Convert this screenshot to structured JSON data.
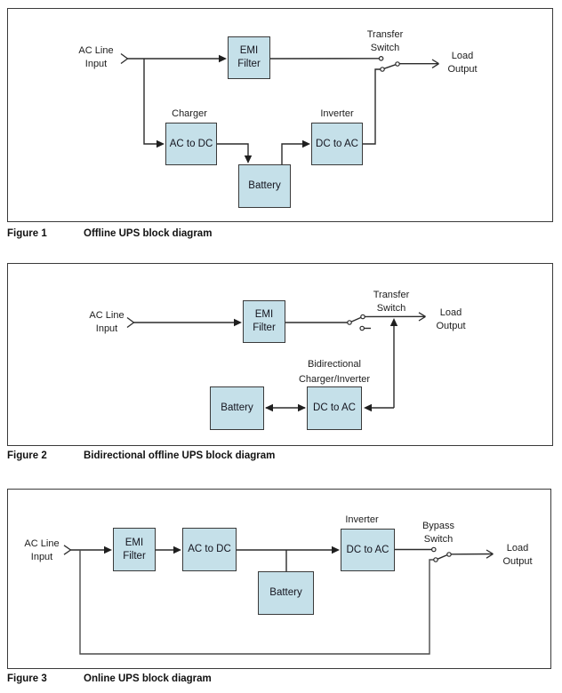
{
  "colors": {
    "box_fill": "#C5E0E9",
    "box_border": "#3A3A3A",
    "wire": "#2B2B2B",
    "text": "#1C1C1C"
  },
  "figures": [
    {
      "label": "Figure 1",
      "title": "Offline UPS block diagram",
      "nodes": {
        "ac_input": "AC Line\nInput",
        "emi": "EMI\nFilter",
        "charger": "Charger",
        "acdc": "AC to DC",
        "battery": "Battery",
        "inverter": "Inverter",
        "dcac": "DC to AC",
        "switch": "Transfer\nSwitch",
        "load": "Load\nOutput"
      }
    },
    {
      "label": "Figure 2",
      "title": "Bidirectional offline UPS block diagram",
      "nodes": {
        "ac_input": "AC Line\nInput",
        "emi": "EMI\nFilter",
        "switch": "Transfer\nSwitch",
        "load": "Load\nOutput",
        "bidi": "Bidirectional\nCharger/Inverter",
        "battery": "Battery",
        "dcac": "DC to AC"
      }
    },
    {
      "label": "Figure 3",
      "title": "Online UPS block diagram",
      "nodes": {
        "ac_input": "AC Line\nInput",
        "emi": "EMI\nFilter",
        "acdc": "AC to DC",
        "battery": "Battery",
        "inverter": "Inverter",
        "dcac": "DC to AC",
        "switch": "Bypass\nSwitch",
        "load": "Load\nOutput"
      }
    }
  ]
}
